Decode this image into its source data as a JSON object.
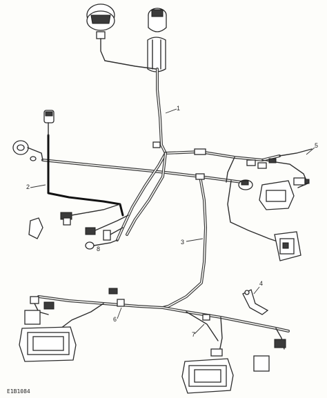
{
  "figure": {
    "id": "E1B1084"
  },
  "callouts": [
    "1",
    "2",
    "3",
    "4",
    "5",
    "6",
    "7",
    "8"
  ]
}
